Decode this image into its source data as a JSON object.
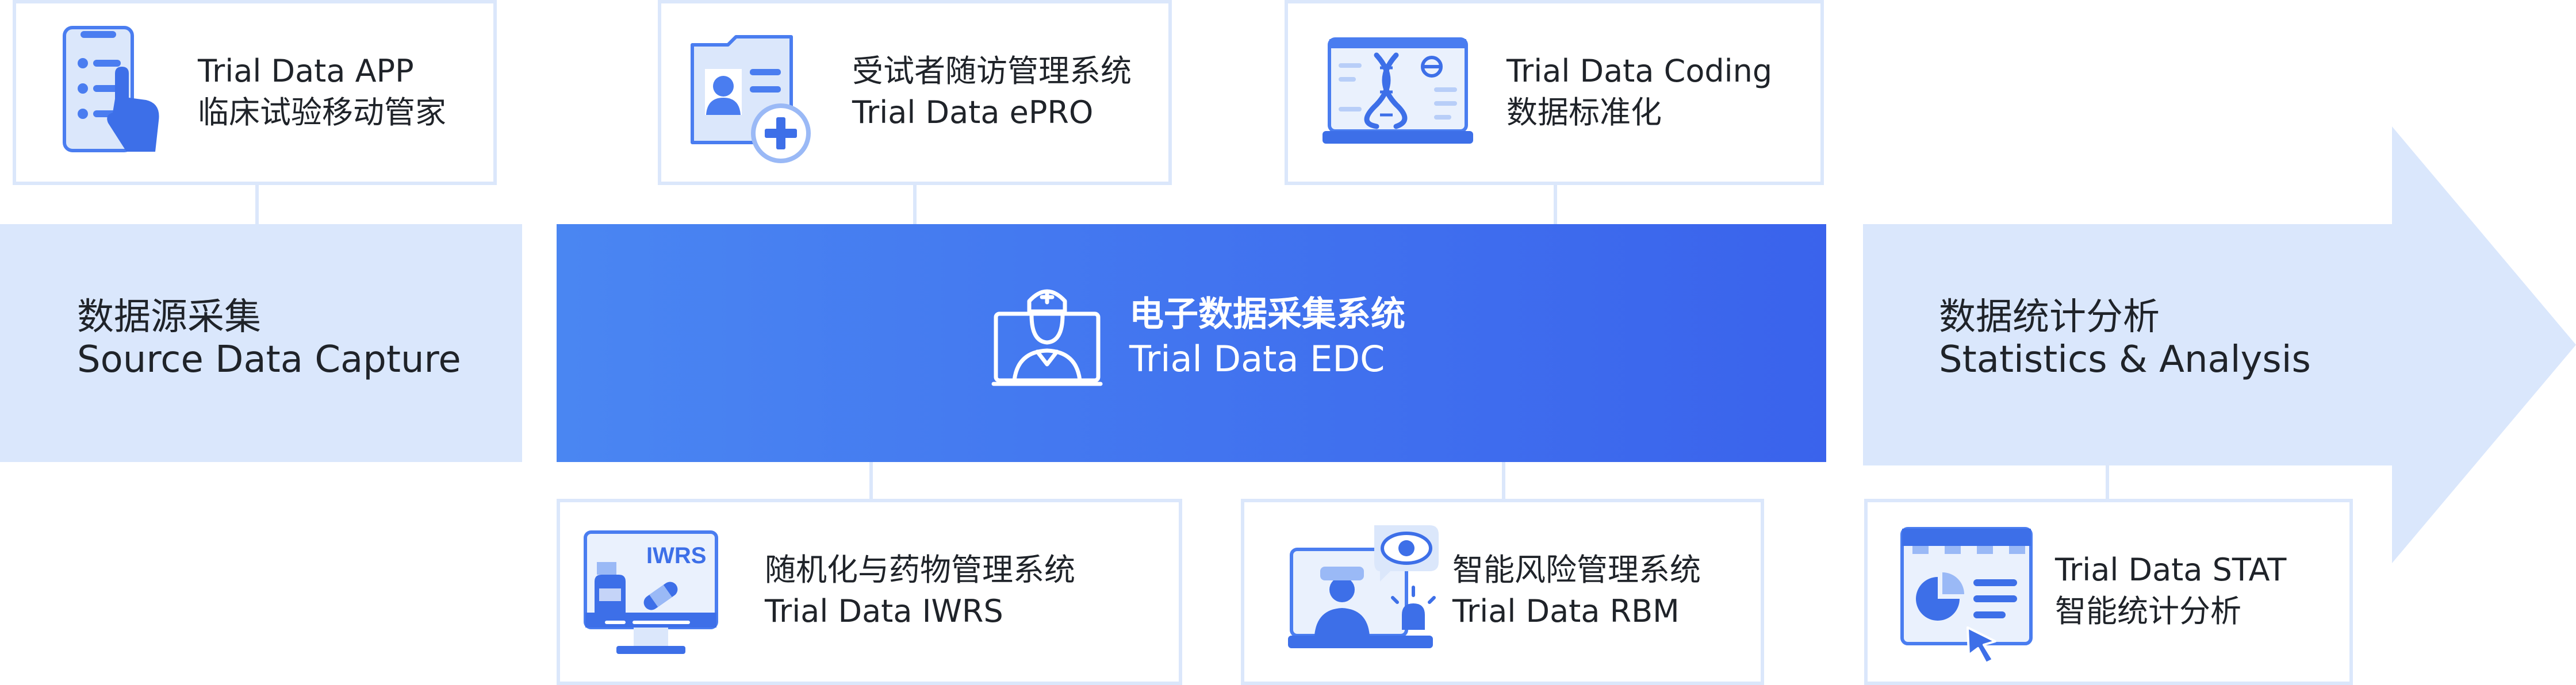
{
  "flow": {
    "source": {
      "zh": "数据源采集",
      "en": "Source Data Capture"
    },
    "core": {
      "zh": "电子数据采集系统",
      "en": "Trial Data EDC"
    },
    "analysis": {
      "zh": "数据统计分析",
      "en": "Statistics & Analysis"
    }
  },
  "modules": {
    "app": {
      "line1": "Trial Data APP",
      "line2": "临床试验移动管家",
      "icon": "mobile-checklist-icon"
    },
    "epro": {
      "line1": "受试者随访管理系统",
      "line2": "Trial Data ePRO",
      "icon": "patient-record-icon"
    },
    "coding": {
      "line1": "Trial Data Coding",
      "line2": "数据标准化",
      "icon": "dna-coding-icon"
    },
    "iwrs": {
      "line1": "随机化与药物管理系统",
      "line2": "Trial Data IWRS",
      "icon": "iwrs-drug-icon",
      "icon_text": "IWRS"
    },
    "rbm": {
      "line1": "智能风险管理系统",
      "line2": "Trial Data RBM",
      "icon": "risk-monitor-icon"
    },
    "stat": {
      "line1": "Trial Data STAT",
      "line2": "智能统计分析",
      "icon": "stat-report-icon"
    }
  },
  "colors": {
    "band_light": "#dae7fc",
    "core_start": "#4a86f2",
    "core_end": "#3a63ec",
    "accent": "#3d73ee",
    "card_border": "#dbe7fb"
  }
}
